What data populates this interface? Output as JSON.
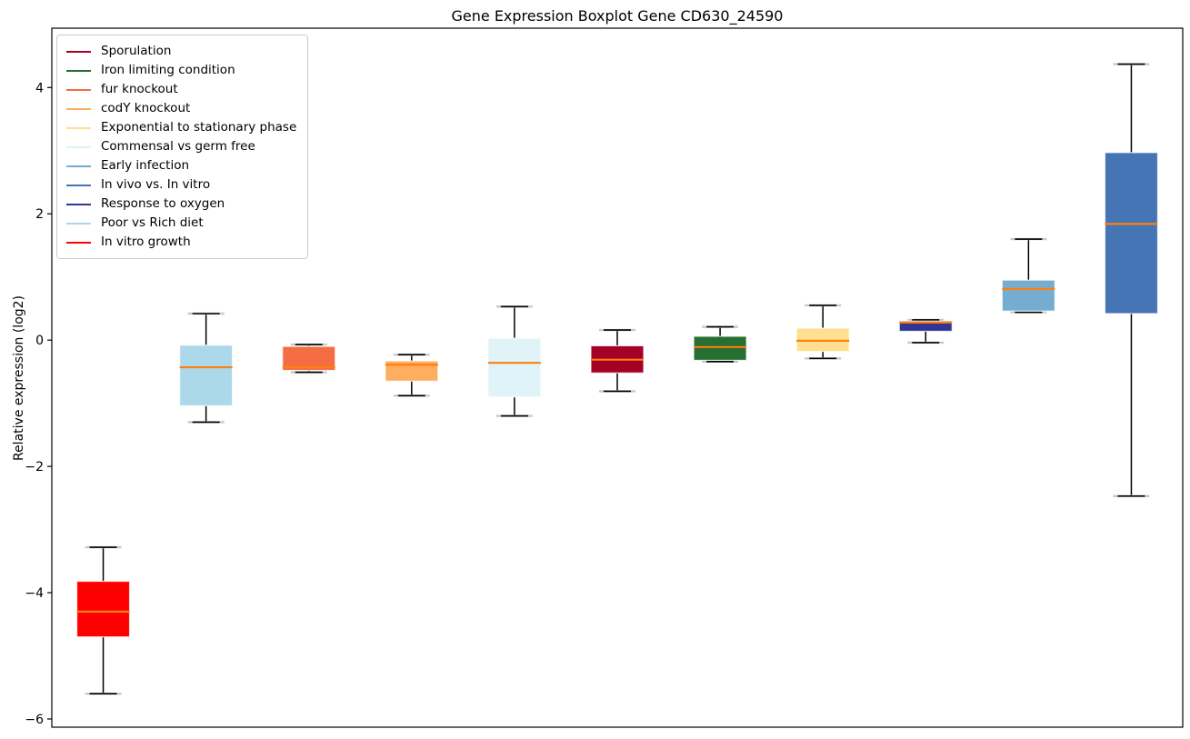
{
  "chart": {
    "title": "Gene Expression Boxplot Gene CD630_24590",
    "ylabel": "Relative expression (log2)"
  },
  "legend": {
    "position": "upper-left",
    "items": [
      {
        "label": "Sporulation",
        "color": "#a50026"
      },
      {
        "label": "Iron limiting condition",
        "color": "#276e33"
      },
      {
        "label": "fur knockout",
        "color": "#f46d43"
      },
      {
        "label": "codY knockout",
        "color": "#fdae61"
      },
      {
        "label": "Exponential to stationary phase",
        "color": "#fee090"
      },
      {
        "label": "Commensal vs germ free",
        "color": "#e0f3f8"
      },
      {
        "label": "Early infection",
        "color": "#74add1"
      },
      {
        "label": "In vivo vs. In vitro",
        "color": "#4575b4"
      },
      {
        "label": "Response to oxygen",
        "color": "#313695"
      },
      {
        "label": "Poor vs Rich diet",
        "color": "#abd9e9"
      },
      {
        "label": "In vitro growth",
        "color": "#ff0000"
      }
    ]
  },
  "chart_data": {
    "type": "boxplot",
    "title": "Gene Expression Boxplot Gene CD630_24590",
    "xlabel": "",
    "ylabel": "Relative expression (log2)",
    "ylim": [
      -6.13,
      4.94
    ],
    "yticks": [
      4,
      2,
      0,
      -2,
      -4,
      -6
    ],
    "grid": false,
    "legend_position": "upper left",
    "median_color": "#ff7f0e",
    "series": [
      {
        "name": "In vitro growth",
        "color": "#ff0000",
        "whisker_low": -5.6,
        "q1": -4.7,
        "median": -4.3,
        "q3": -3.82,
        "whisker_high": -3.28
      },
      {
        "name": "Poor vs Rich diet",
        "color": "#abd9e9",
        "whisker_low": -1.3,
        "q1": -1.04,
        "median": -0.43,
        "q3": -0.08,
        "whisker_high": 0.42
      },
      {
        "name": "fur knockout",
        "color": "#f46d43",
        "whisker_low": -0.51,
        "q1": -0.48,
        "median": -0.43,
        "q3": -0.1,
        "whisker_high": -0.07
      },
      {
        "name": "codY knockout",
        "color": "#fdae61",
        "whisker_low": -0.88,
        "q1": -0.65,
        "median": -0.39,
        "q3": -0.33,
        "whisker_high": -0.23
      },
      {
        "name": "Commensal vs germ free",
        "color": "#e0f3f8",
        "whisker_low": -1.2,
        "q1": -0.9,
        "median": -0.36,
        "q3": 0.03,
        "whisker_high": 0.53
      },
      {
        "name": "Sporulation",
        "color": "#a50026",
        "whisker_low": -0.81,
        "q1": -0.52,
        "median": -0.31,
        "q3": -0.09,
        "whisker_high": 0.16
      },
      {
        "name": "Iron limiting condition",
        "color": "#276e33",
        "whisker_low": -0.34,
        "q1": -0.32,
        "median": -0.11,
        "q3": 0.06,
        "whisker_high": 0.21
      },
      {
        "name": "Exponential to stationary phase",
        "color": "#fee090",
        "whisker_low": -0.29,
        "q1": -0.18,
        "median": -0.01,
        "q3": 0.19,
        "whisker_high": 0.55
      },
      {
        "name": "Response to oxygen",
        "color": "#313695",
        "whisker_low": -0.04,
        "q1": 0.14,
        "median": 0.28,
        "q3": 0.3,
        "whisker_high": 0.32
      },
      {
        "name": "Early infection",
        "color": "#74add1",
        "whisker_low": 0.44,
        "q1": 0.46,
        "median": 0.81,
        "q3": 0.95,
        "whisker_high": 1.6
      },
      {
        "name": "In vivo vs. In vitro",
        "color": "#4575b4",
        "whisker_low": -2.47,
        "q1": 0.42,
        "median": 1.84,
        "q3": 2.97,
        "whisker_high": 4.37
      }
    ]
  }
}
